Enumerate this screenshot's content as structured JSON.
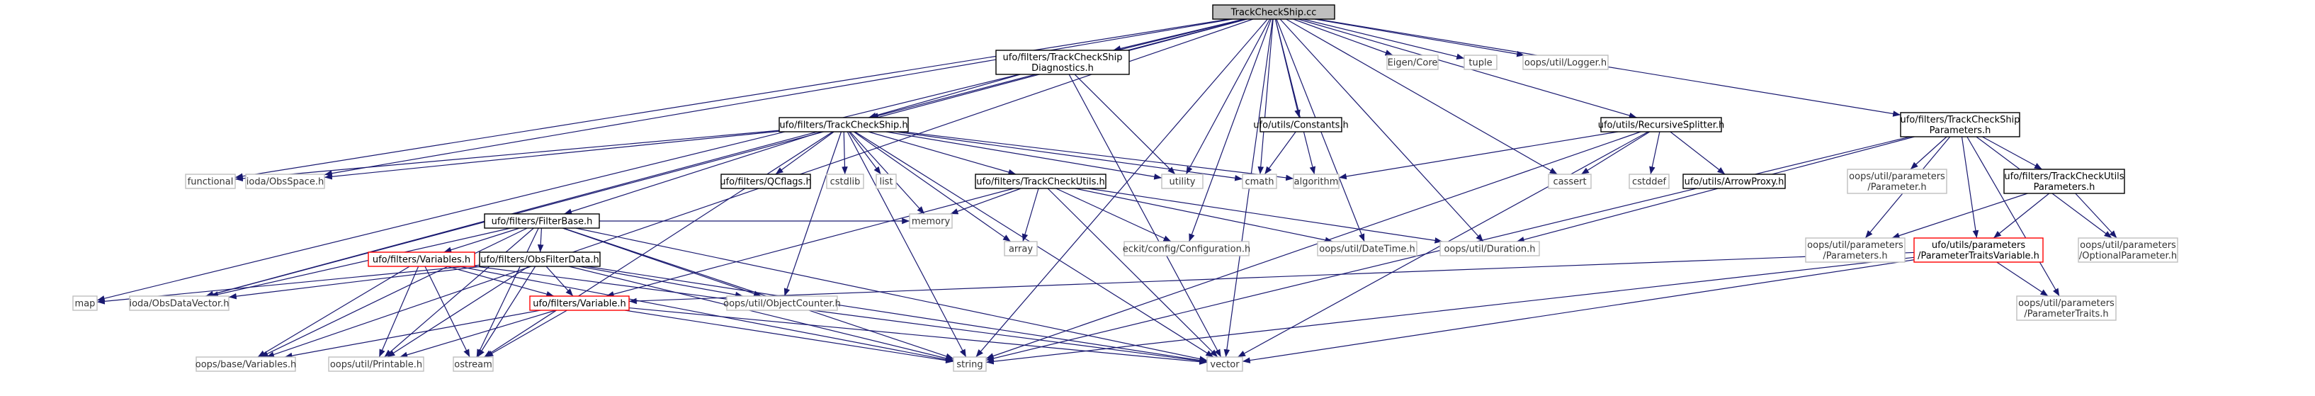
{
  "colors": {
    "edge": "#191970",
    "node_border": "#000000",
    "external_border": "#bfbfbf",
    "error_border": "#ff0000",
    "root_fill": "#bfbfbf"
  },
  "nodes": [
    {
      "id": "root",
      "lines": [
        "TrackCheckShip.cc"
      ],
      "style": "root"
    },
    {
      "id": "diag",
      "lines": [
        "ufo/filters/TrackCheckShip",
        "Diagnostics.h"
      ],
      "style": "normal"
    },
    {
      "id": "tcsh",
      "lines": [
        "ufo/filters/TrackCheckShip.h"
      ],
      "style": "normal"
    },
    {
      "id": "const",
      "lines": [
        "ufo/utils/Constants.h"
      ],
      "style": "normal"
    },
    {
      "id": "recsplit",
      "lines": [
        "ufo/utils/RecursiveSplitter.h"
      ],
      "style": "normal"
    },
    {
      "id": "tcsparams",
      "lines": [
        "ufo/filters/TrackCheckShip",
        "Parameters.h"
      ],
      "style": "normal"
    },
    {
      "id": "eigen",
      "lines": [
        "Eigen/Core"
      ],
      "style": "external"
    },
    {
      "id": "tuple",
      "lines": [
        "tuple"
      ],
      "style": "external"
    },
    {
      "id": "logger",
      "lines": [
        "oops/util/Logger.h"
      ],
      "style": "external"
    },
    {
      "id": "functional",
      "lines": [
        "functional"
      ],
      "style": "external"
    },
    {
      "id": "obsspace",
      "lines": [
        "ioda/ObsSpace.h"
      ],
      "style": "external"
    },
    {
      "id": "qcflags",
      "lines": [
        "ufo/filters/QCflags.h"
      ],
      "style": "normal"
    },
    {
      "id": "cstdlib",
      "lines": [
        "cstdlib"
      ],
      "style": "external"
    },
    {
      "id": "list",
      "lines": [
        "list"
      ],
      "style": "external"
    },
    {
      "id": "tcutils",
      "lines": [
        "ufo/filters/TrackCheckUtils.h"
      ],
      "style": "normal"
    },
    {
      "id": "utility",
      "lines": [
        "utility"
      ],
      "style": "external"
    },
    {
      "id": "cmath",
      "lines": [
        "cmath"
      ],
      "style": "external"
    },
    {
      "id": "algorithm",
      "lines": [
        "algorithm"
      ],
      "style": "external"
    },
    {
      "id": "cassert",
      "lines": [
        "cassert"
      ],
      "style": "external"
    },
    {
      "id": "cstddef",
      "lines": [
        "cstddef"
      ],
      "style": "external"
    },
    {
      "id": "arrowproxy",
      "lines": [
        "ufo/utils/ArrowProxy.h"
      ],
      "style": "normal"
    },
    {
      "id": "uparam",
      "lines": [
        "oops/util/parameters",
        "/Parameter.h"
      ],
      "style": "external"
    },
    {
      "id": "tcuparams",
      "lines": [
        "ufo/filters/TrackCheckUtils",
        "Parameters.h"
      ],
      "style": "normal"
    },
    {
      "id": "filterbase",
      "lines": [
        "ufo/filters/FilterBase.h"
      ],
      "style": "normal"
    },
    {
      "id": "memory",
      "lines": [
        "memory"
      ],
      "style": "external"
    },
    {
      "id": "array",
      "lines": [
        "array"
      ],
      "style": "external"
    },
    {
      "id": "ecconfig",
      "lines": [
        "eckit/config/Configuration.h"
      ],
      "style": "external"
    },
    {
      "id": "datetime",
      "lines": [
        "oops/util/DateTime.h"
      ],
      "style": "external"
    },
    {
      "id": "duration",
      "lines": [
        "oops/util/Duration.h"
      ],
      "style": "external"
    },
    {
      "id": "uparams",
      "lines": [
        "oops/util/parameters",
        "/Parameters.h"
      ],
      "style": "external"
    },
    {
      "id": "ptvar",
      "lines": [
        "ufo/utils/parameters",
        "/ParameterTraitsVariable.h"
      ],
      "style": "error"
    },
    {
      "id": "optparam",
      "lines": [
        "oops/util/parameters",
        "/OptionalParameter.h"
      ],
      "style": "external"
    },
    {
      "id": "variables",
      "lines": [
        "ufo/filters/Variables.h"
      ],
      "style": "error"
    },
    {
      "id": "obsfilterdata",
      "lines": [
        "ufo/filters/ObsFilterData.h"
      ],
      "style": "normal"
    },
    {
      "id": "map",
      "lines": [
        "map"
      ],
      "style": "external"
    },
    {
      "id": "obsdatavector",
      "lines": [
        "ioda/ObsDataVector.h"
      ],
      "style": "external"
    },
    {
      "id": "objcounter",
      "lines": [
        "oops/util/ObjectCounter.h"
      ],
      "style": "external"
    },
    {
      "id": "variable",
      "lines": [
        "ufo/filters/Variable.h"
      ],
      "style": "error"
    },
    {
      "id": "ptraits",
      "lines": [
        "oops/util/parameters",
        "/ParameterTraits.h"
      ],
      "style": "external"
    },
    {
      "id": "basevars",
      "lines": [
        "oops/base/Variables.h"
      ],
      "style": "external"
    },
    {
      "id": "printable",
      "lines": [
        "oops/util/Printable.h"
      ],
      "style": "external"
    },
    {
      "id": "ostream",
      "lines": [
        "ostream"
      ],
      "style": "external"
    },
    {
      "id": "string",
      "lines": [
        "string"
      ],
      "style": "external"
    },
    {
      "id": "vector",
      "lines": [
        "vector"
      ],
      "style": "external"
    }
  ],
  "edges": [
    [
      "root",
      "diag"
    ],
    [
      "root",
      "tcsh"
    ],
    [
      "root",
      "const"
    ],
    [
      "root",
      "recsplit"
    ],
    [
      "root",
      "tcsparams"
    ],
    [
      "root",
      "eigen"
    ],
    [
      "root",
      "tuple"
    ],
    [
      "root",
      "logger"
    ],
    [
      "root",
      "functional"
    ],
    [
      "root",
      "obsspace"
    ],
    [
      "root",
      "utility"
    ],
    [
      "root",
      "cmath"
    ],
    [
      "root",
      "algorithm"
    ],
    [
      "root",
      "cassert"
    ],
    [
      "root",
      "ecconfig"
    ],
    [
      "root",
      "datetime"
    ],
    [
      "root",
      "duration"
    ],
    [
      "root",
      "map"
    ],
    [
      "root",
      "obsdatavector"
    ],
    [
      "root",
      "basevars"
    ],
    [
      "root",
      "string"
    ],
    [
      "root",
      "vector"
    ],
    [
      "diag",
      "tcsh"
    ],
    [
      "diag",
      "utility"
    ],
    [
      "diag",
      "vector"
    ],
    [
      "tcsh",
      "functional"
    ],
    [
      "tcsh",
      "obsspace"
    ],
    [
      "tcsh",
      "qcflags"
    ],
    [
      "tcsh",
      "cstdlib"
    ],
    [
      "tcsh",
      "list"
    ],
    [
      "tcsh",
      "tcutils"
    ],
    [
      "tcsh",
      "utility"
    ],
    [
      "tcsh",
      "cmath"
    ],
    [
      "tcsh",
      "algorithm"
    ],
    [
      "tcsh",
      "filterbase"
    ],
    [
      "tcsh",
      "memory"
    ],
    [
      "tcsh",
      "array"
    ],
    [
      "tcsh",
      "obsdatavector"
    ],
    [
      "tcsh",
      "objcounter"
    ],
    [
      "tcsh",
      "ostream"
    ],
    [
      "tcsh",
      "string"
    ],
    [
      "tcsh",
      "vector"
    ],
    [
      "const",
      "cmath"
    ],
    [
      "recsplit",
      "algorithm"
    ],
    [
      "recsplit",
      "cassert"
    ],
    [
      "recsplit",
      "cstddef"
    ],
    [
      "recsplit",
      "arrowproxy"
    ],
    [
      "recsplit",
      "string"
    ],
    [
      "recsplit",
      "vector"
    ],
    [
      "tcsparams",
      "uparam"
    ],
    [
      "tcsparams",
      "tcuparams"
    ],
    [
      "tcsparams",
      "uparams"
    ],
    [
      "tcsparams",
      "ptvar"
    ],
    [
      "tcsparams",
      "optparam"
    ],
    [
      "tcsparams",
      "duration"
    ],
    [
      "tcsparams",
      "ptraits"
    ],
    [
      "tcsparams",
      "string"
    ],
    [
      "tcuparams",
      "uparams"
    ],
    [
      "tcuparams",
      "optparam"
    ],
    [
      "tcuparams",
      "ptvar"
    ],
    [
      "ptvar",
      "ptraits"
    ],
    [
      "ptvar",
      "variable"
    ],
    [
      "ptvar",
      "string"
    ],
    [
      "ptvar",
      "vector"
    ],
    [
      "tcutils",
      "memory"
    ],
    [
      "tcutils",
      "array"
    ],
    [
      "tcutils",
      "ecconfig"
    ],
    [
      "tcutils",
      "datetime"
    ],
    [
      "tcutils",
      "duration"
    ],
    [
      "tcutils",
      "variable"
    ],
    [
      "tcutils",
      "vector"
    ],
    [
      "filterbase",
      "memory"
    ],
    [
      "filterbase",
      "variables"
    ],
    [
      "filterbase",
      "obsfilterdata"
    ],
    [
      "filterbase",
      "obsdatavector"
    ],
    [
      "filterbase",
      "objcounter"
    ],
    [
      "filterbase",
      "basevars"
    ],
    [
      "filterbase",
      "printable"
    ],
    [
      "filterbase",
      "ostream"
    ],
    [
      "filterbase",
      "string"
    ],
    [
      "filterbase",
      "vector"
    ],
    [
      "variables",
      "variable"
    ],
    [
      "variables",
      "basevars"
    ],
    [
      "variables",
      "printable"
    ],
    [
      "variables",
      "ostream"
    ],
    [
      "variables",
      "string"
    ],
    [
      "variables",
      "vector"
    ],
    [
      "obsfilterdata",
      "map"
    ],
    [
      "obsfilterdata",
      "obsdatavector"
    ],
    [
      "obsfilterdata",
      "objcounter"
    ],
    [
      "obsfilterdata",
      "variable"
    ],
    [
      "obsfilterdata",
      "printable"
    ],
    [
      "obsfilterdata",
      "ostream"
    ],
    [
      "obsfilterdata",
      "string"
    ],
    [
      "obsfilterdata",
      "vector"
    ],
    [
      "variable",
      "basevars"
    ],
    [
      "variable",
      "printable"
    ],
    [
      "variable",
      "ostream"
    ],
    [
      "variable",
      "string"
    ],
    [
      "variable",
      "vector"
    ]
  ]
}
